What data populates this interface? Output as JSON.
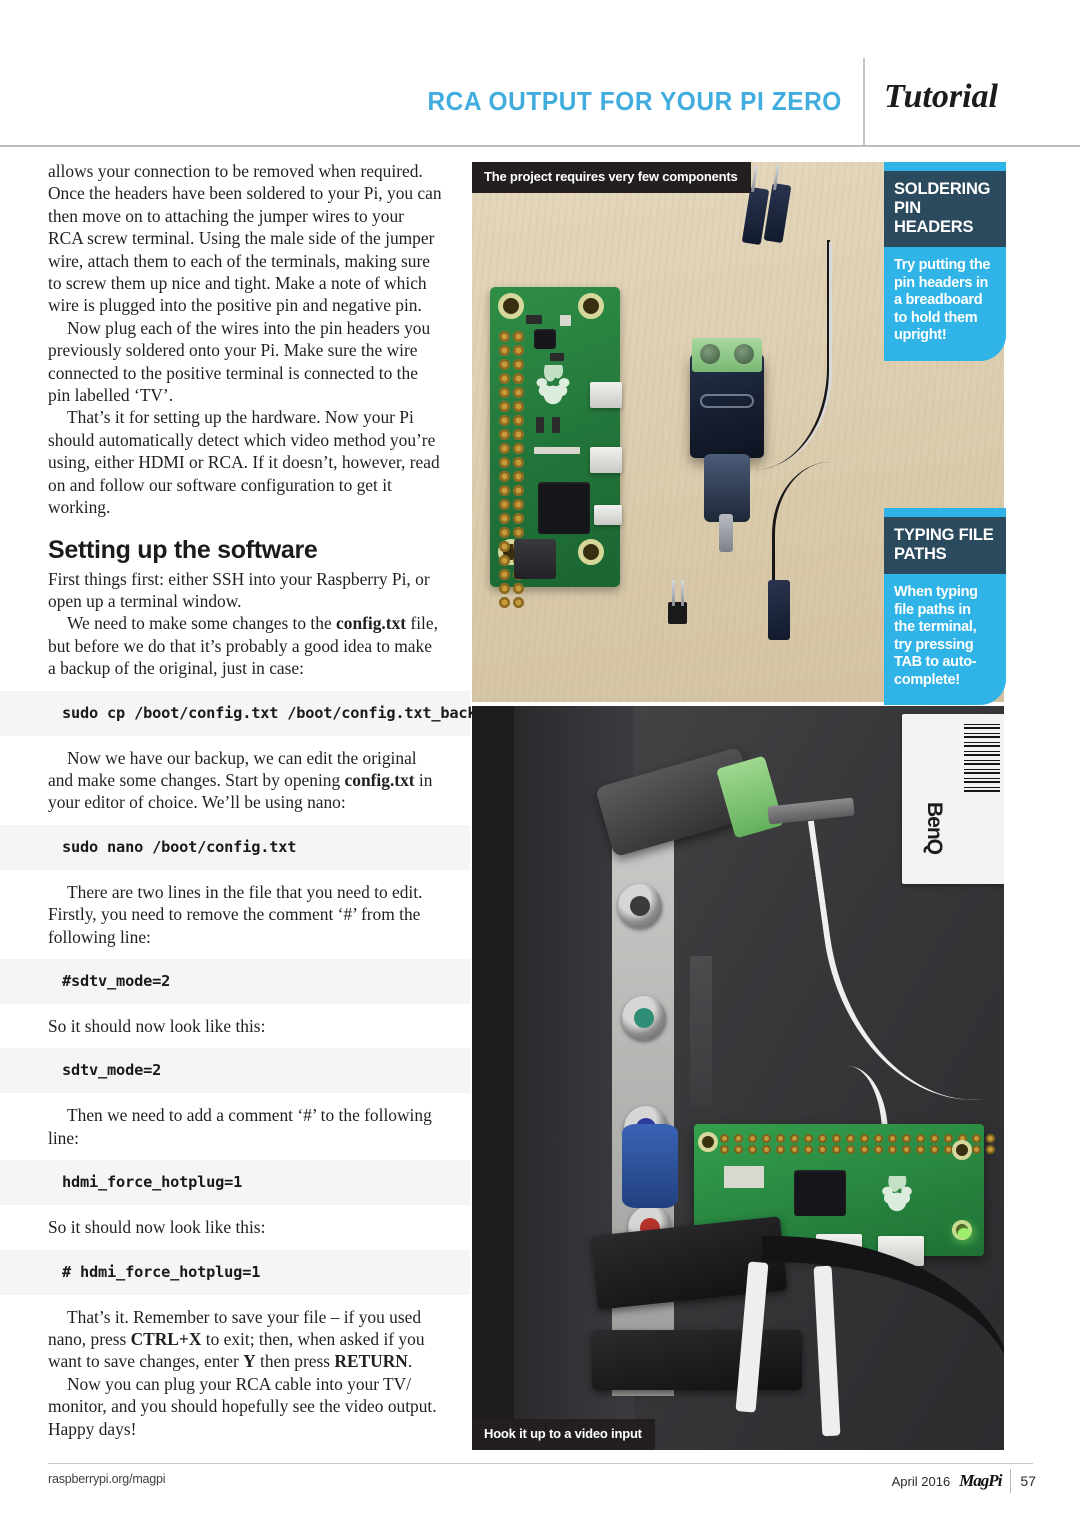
{
  "header": {
    "kicker": "RCA OUTPUT FOR YOUR PI ZERO",
    "section": "Tutorial",
    "accent_color": "#41addf"
  },
  "article": {
    "blocks": [
      {
        "type": "paragraph",
        "indent": false,
        "text": "allows your connection to be removed when required. Once the headers have been soldered to your Pi, you can then move on to attaching the jumper wires to your RCA screw terminal. Using the male side of the jumper wire, attach them to each of the terminals, making sure to screw them up nice and tight. Make a note of which wire is plugged into the positive pin and negative pin."
      },
      {
        "type": "paragraph",
        "indent": true,
        "text": "Now plug each of the wires into the pin headers you previously soldered onto your Pi. Make sure the wire connected to the positive terminal is connected to the pin labelled ‘TV’."
      },
      {
        "type": "paragraph",
        "indent": true,
        "text": "That’s it for setting up the hardware. Now your Pi should automatically detect which video method you’re using, either HDMI or RCA. If it doesn’t, however, read on and follow our software configuration to get it working."
      },
      {
        "type": "heading",
        "text": "Setting up the software"
      },
      {
        "type": "paragraph",
        "indent": false,
        "text": "First things first: either SSH into your Raspberry Pi, or open up a terminal window."
      },
      {
        "type": "paragraph_rich",
        "indent": true,
        "parts": [
          {
            "text": "We need to make some changes to the ",
            "bold": false
          },
          {
            "text": "config.txt",
            "bold": true
          },
          {
            "text": " file, but before we do that it’s probably a good idea to make a backup of the original, just in case:",
            "bold": false
          }
        ]
      },
      {
        "type": "code",
        "text": "sudo cp /boot/config.txt /boot/config.txt_backup"
      },
      {
        "type": "paragraph_rich",
        "indent": true,
        "parts": [
          {
            "text": "Now we have our backup, we can edit the original and make some changes. Start by opening ",
            "bold": false
          },
          {
            "text": "config.txt",
            "bold": true
          },
          {
            "text": " in your editor of choice. We’ll be using nano:",
            "bold": false
          }
        ]
      },
      {
        "type": "code",
        "text": "sudo nano /boot/config.txt"
      },
      {
        "type": "paragraph",
        "indent": true,
        "text": "There are two lines in the file that you need to edit. Firstly, you need to remove the comment ‘#’ from the following line:"
      },
      {
        "type": "code",
        "text": "#sdtv_mode=2"
      },
      {
        "type": "paragraph",
        "indent": false,
        "text": "So it should now look like this:"
      },
      {
        "type": "code",
        "text": "sdtv_mode=2"
      },
      {
        "type": "paragraph",
        "indent": true,
        "text": "Then we need to add a comment ‘#’ to the following line:"
      },
      {
        "type": "code",
        "text": "hdmi_force_hotplug=1"
      },
      {
        "type": "paragraph",
        "indent": false,
        "text": "So it should now look like this:"
      },
      {
        "type": "code",
        "text": "# hdmi_force_hotplug=1"
      },
      {
        "type": "paragraph_rich",
        "indent": true,
        "parts": [
          {
            "text": "That’s it. Remember to save your file – if you used nano, press ",
            "bold": false
          },
          {
            "text": "CTRL+X",
            "bold": true
          },
          {
            "text": " to exit; then, when asked if you want to save changes, enter ",
            "bold": false
          },
          {
            "text": "Y",
            "bold": true
          },
          {
            "text": " then press ",
            "bold": false
          },
          {
            "text": "RETURN",
            "bold": true
          },
          {
            "text": ".",
            "bold": false
          }
        ]
      },
      {
        "type": "paragraph",
        "indent": true,
        "text": "Now you can plug your RCA cable into your TV/ monitor, and you should hopefully see the video output. Happy days!"
      }
    ]
  },
  "photos": [
    {
      "name": "components-photo",
      "caption": "The project requires very few components",
      "alt": "Raspberry Pi Zero, RCA screw terminal and jumper wires on a wooden desk"
    },
    {
      "name": "monitor-photo",
      "caption": "Hook it up to a video input",
      "alt": "Pi Zero connected to the rear video inputs of a BenQ monitor",
      "brand_label": "BenQ"
    }
  ],
  "callouts": [
    {
      "title": "SOLDERING PIN HEADERS",
      "body_parts": [
        {
          "text": "Try putting the pin headers in a breadboard to hold them upright!",
          "bold": false
        }
      ],
      "header_color": "#2c4a5d",
      "body_color": "#30b3e6"
    },
    {
      "title": "TYPING FILE PATHS",
      "body_parts": [
        {
          "text": "When typing file paths in the terminal, try pressing ",
          "bold": false
        },
        {
          "text": "TAB",
          "bold": true
        },
        {
          "text": " to auto-complete!",
          "bold": false
        }
      ],
      "header_color": "#2c4a5d",
      "body_color": "#30b3e6"
    }
  ],
  "footer": {
    "site": "raspberrypi.org/magpi",
    "issue_date": "April 2016",
    "logo": "MagPi",
    "page_number": "57"
  }
}
